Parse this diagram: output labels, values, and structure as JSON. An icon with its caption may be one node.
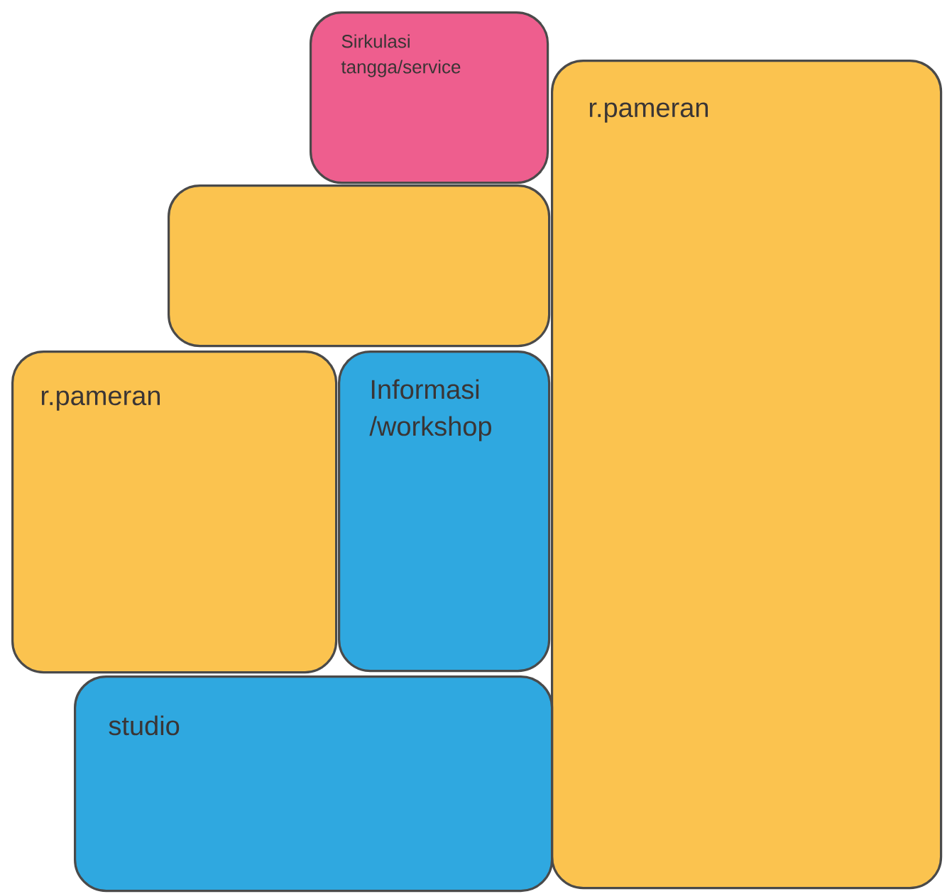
{
  "diagram": {
    "nodes": [
      {
        "text": [
          "Sirkulasi tangga/service"
        ]
      },
      {
        "text": [
          "r.pameran"
        ]
      },
      {
        "text": [],
        "shape": "box"
      },
      {
        "text": [
          "r.pameran"
        ]
      },
      {
        "text": [
          "Informasi /workshop"
        ]
      },
      {
        "text": [
          "studio"
        ]
      }
    ]
  }
}
